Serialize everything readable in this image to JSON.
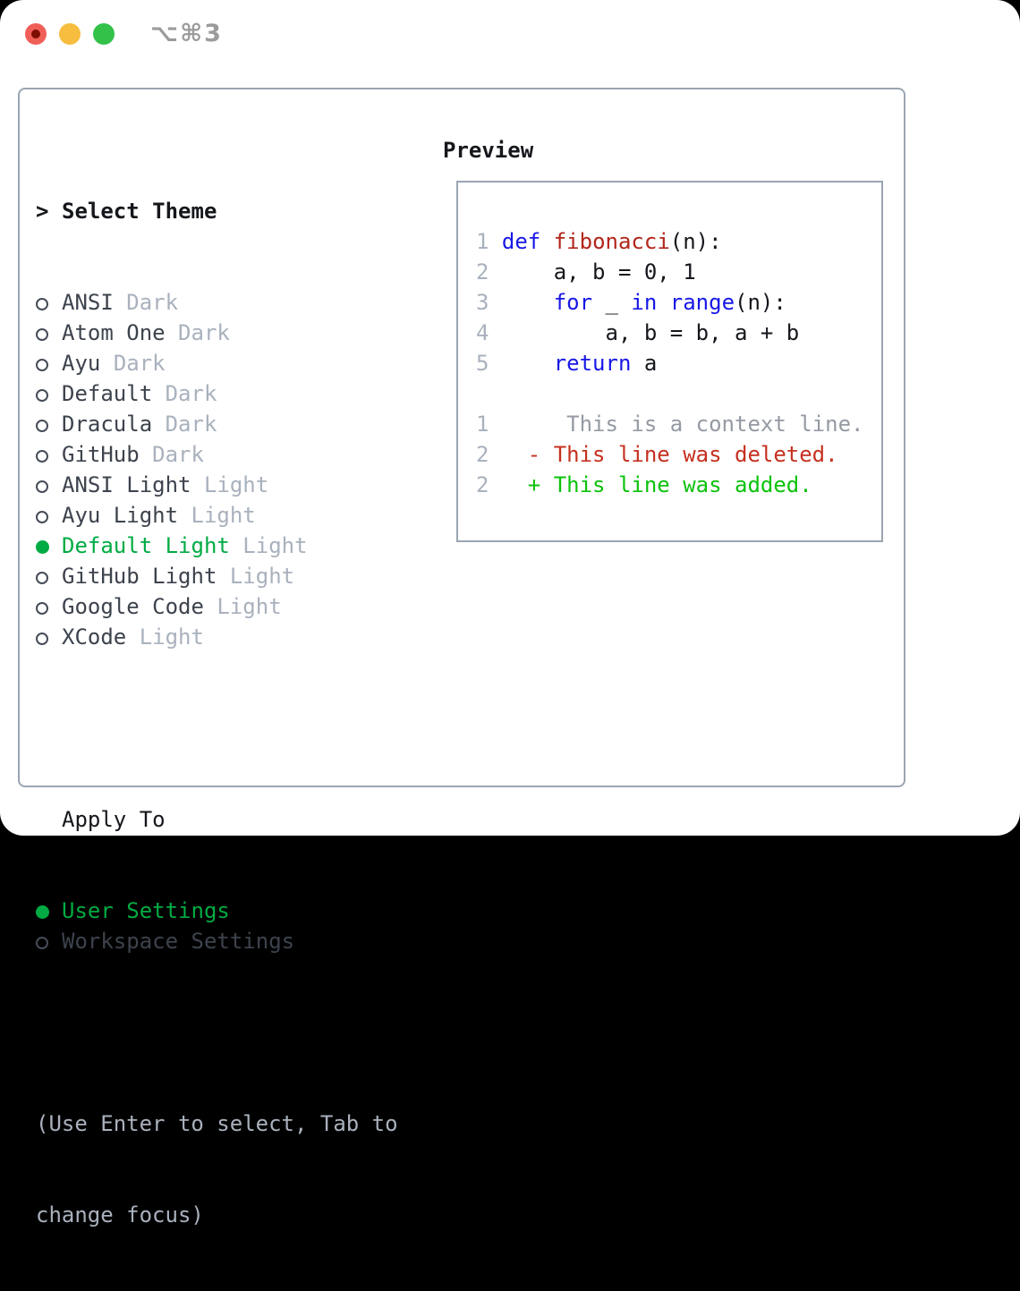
{
  "window": {
    "controls": [
      {
        "name": "close"
      },
      {
        "name": "minimize"
      },
      {
        "name": "zoom"
      }
    ],
    "shortcut_label": "⌥⌘3"
  },
  "theme_picker": {
    "title_prefix": ">",
    "title": "Select Theme",
    "items": [
      {
        "name": "ANSI",
        "variant": "Dark",
        "selected": false
      },
      {
        "name": "Atom One",
        "variant": "Dark",
        "selected": false
      },
      {
        "name": "Ayu",
        "variant": "Dark",
        "selected": false
      },
      {
        "name": "Default",
        "variant": "Dark",
        "selected": false
      },
      {
        "name": "Dracula",
        "variant": "Dark",
        "selected": false
      },
      {
        "name": "GitHub",
        "variant": "Dark",
        "selected": false
      },
      {
        "name": "ANSI Light",
        "variant": "Light",
        "selected": false
      },
      {
        "name": "Ayu Light",
        "variant": "Light",
        "selected": false
      },
      {
        "name": "Default Light",
        "variant": "Light",
        "selected": true
      },
      {
        "name": "GitHub Light",
        "variant": "Light",
        "selected": false
      },
      {
        "name": "Google Code",
        "variant": "Light",
        "selected": false
      },
      {
        "name": "XCode",
        "variant": "Light",
        "selected": false
      }
    ]
  },
  "apply_to": {
    "title": "Apply To",
    "options": [
      {
        "label": "User Settings",
        "selected": true
      },
      {
        "label": "Workspace Settings",
        "selected": false
      }
    ]
  },
  "help": {
    "line1": "(Use Enter to select, Tab to",
    "line2": "change focus)"
  },
  "preview": {
    "title": "Preview",
    "code_lines": [
      [
        {
          "c": "num",
          "t": "1"
        },
        {
          "c": "plain",
          "t": " "
        },
        {
          "c": "kw",
          "t": "def"
        },
        {
          "c": "plain",
          "t": " "
        },
        {
          "c": "fn",
          "t": "fibonacci"
        },
        {
          "c": "plain",
          "t": "(n):"
        }
      ],
      [
        {
          "c": "num",
          "t": "2"
        },
        {
          "c": "plain",
          "t": "     a, b = 0, 1"
        }
      ],
      [
        {
          "c": "num",
          "t": "3"
        },
        {
          "c": "plain",
          "t": "     "
        },
        {
          "c": "kw",
          "t": "for"
        },
        {
          "c": "plain",
          "t": " _ "
        },
        {
          "c": "kw",
          "t": "in"
        },
        {
          "c": "plain",
          "t": " "
        },
        {
          "c": "kw",
          "t": "range"
        },
        {
          "c": "plain",
          "t": "(n):"
        }
      ],
      [
        {
          "c": "num",
          "t": "4"
        },
        {
          "c": "plain",
          "t": "         a, b = b, a + b"
        }
      ],
      [
        {
          "c": "num",
          "t": "5"
        },
        {
          "c": "plain",
          "t": "     "
        },
        {
          "c": "kw",
          "t": "return"
        },
        {
          "c": "plain",
          "t": " a"
        }
      ]
    ],
    "diff_lines": [
      [
        {
          "c": "num",
          "t": "1"
        },
        {
          "c": "ctx",
          "t": "      This is a context line."
        }
      ],
      [
        {
          "c": "num",
          "t": "2"
        },
        {
          "c": "del",
          "t": "   - This line was deleted."
        }
      ],
      [
        {
          "c": "num",
          "t": "2"
        },
        {
          "c": "add",
          "t": "   + This line was added."
        }
      ]
    ]
  },
  "colors": {
    "accent_green": "#00ab43",
    "keyword_blue": "#1717e6",
    "function_red": "#b2251a",
    "diff_red": "#c5301f",
    "diff_green": "#0cc20c",
    "context_gray": "#949aa3",
    "muted_gray": "#a9b1bd",
    "border_gray": "#9aa5b1",
    "item_text": "#3d434d",
    "title_text": "#15171c",
    "code_text": "#15171c",
    "shortcut_gray": "#9b9b9b",
    "traffic_red": "#f05f57",
    "traffic_red_dot": "#7e0d03",
    "traffic_yellow": "#f6bd3e",
    "traffic_green": "#33c14a"
  }
}
